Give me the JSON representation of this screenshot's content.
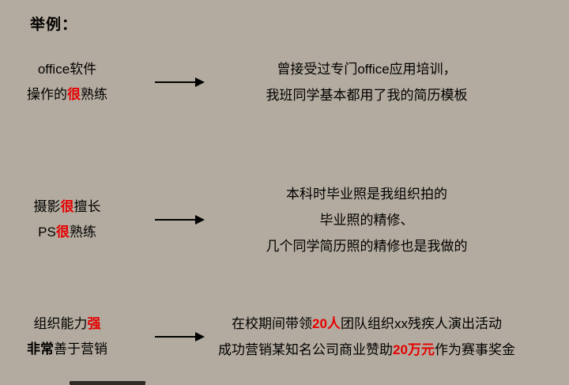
{
  "page": {
    "title": "举例：",
    "background": "#b3ab9f",
    "emphasis_color": "#e60000"
  },
  "rows": [
    {
      "left": [
        [
          {
            "t": "office软件"
          }
        ],
        [
          {
            "t": "操作的"
          },
          {
            "t": "很",
            "em": true
          },
          {
            "t": "熟练"
          }
        ]
      ],
      "right": [
        [
          {
            "t": "曾接受过专门office应用培训，"
          }
        ],
        [
          {
            "t": "我班同学基本都用了我的简历模板"
          }
        ]
      ]
    },
    {
      "left": [
        [
          {
            "t": "摄影"
          },
          {
            "t": "很",
            "em": true
          },
          {
            "t": "擅长"
          }
        ],
        [
          {
            "t": "PS"
          },
          {
            "t": "很",
            "em": true
          },
          {
            "t": "熟练"
          }
        ]
      ],
      "right": [
        [
          {
            "t": "本科时毕业照是我组织拍的"
          }
        ],
        [
          {
            "t": "毕业照的精修、"
          }
        ],
        [
          {
            "t": "几个同学简历照的精修也是我做的"
          }
        ]
      ]
    },
    {
      "left": [
        [
          {
            "t": "组织能力"
          },
          {
            "t": "强",
            "em": true
          }
        ],
        [
          {
            "t": "非常",
            "b": true
          },
          {
            "t": "善于营销"
          }
        ]
      ],
      "right": [
        [
          {
            "t": "在校期间带领"
          },
          {
            "t": "20人",
            "em": true
          },
          {
            "t": "团队组织xx残疾人演出活动"
          }
        ],
        [
          {
            "t": "成功营销某知名公司商业赞助"
          },
          {
            "t": "20万元",
            "em": true
          },
          {
            "t": "作为赛事奖金"
          }
        ]
      ]
    }
  ]
}
